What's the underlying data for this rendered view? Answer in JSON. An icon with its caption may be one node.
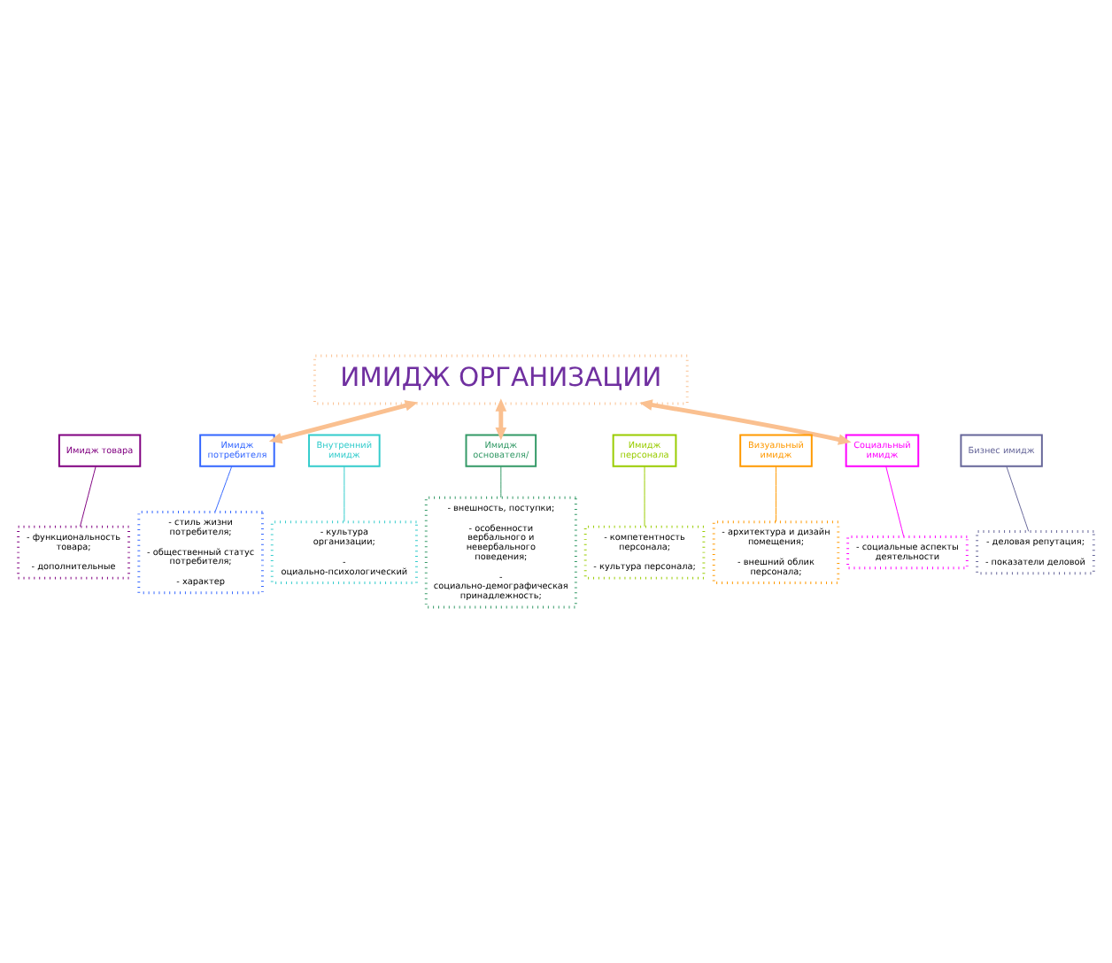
{
  "diagram": {
    "nodes": [
      {
        "text": [
          "ИМИДЖ ОРГАНИЗАЦИИ"
        ]
      },
      {
        "text": [
          "Имидж товара"
        ]
      },
      {
        "text": [
          "Имидж потребителя"
        ]
      },
      {
        "text": [
          "Внутренний имидж"
        ]
      },
      {
        "text": [
          "Имидж основателя/"
        ]
      },
      {
        "text": [
          "Имидж персонала"
        ]
      },
      {
        "text": [
          "Визуальный имидж"
        ]
      },
      {
        "text": [
          "Социальный имидж"
        ]
      },
      {
        "text": [
          "Бизнес имидж"
        ]
      },
      {
        "text": [
          "- стиль жизни потребителя;",
          "- общественный статус потребителя;",
          "- характер"
        ]
      },
      {
        "text": [
          "- культура организации;",
          "- оциально-психологический"
        ]
      },
      {
        "text": [
          "- компетентность персонала;",
          "- культура персонала;"
        ]
      },
      {
        "text": [
          "- социальные аспекты деятельности"
        ]
      },
      {
        "text": [
          "- деловая репутация;",
          "- показатели деловой"
        ]
      },
      {
        "text": [
          "- архитектура и дизайн помещения;",
          "- внешний облик персонала;"
        ]
      },
      {
        "text": [
          "- функциональность товара;",
          "- дополнительные"
        ]
      },
      {
        "text": [
          "- внешность, поступки;",
          "- особенности вербального и невербального поведения;",
          "- социально-демографическая принадлежность;"
        ]
      }
    ],
    "edges": [
      {
        "from": 0,
        "to": 2,
        "arrow": "both",
        "style": "thick",
        "color": "#fac090"
      },
      {
        "from": 0,
        "to": 4,
        "arrow": "both",
        "style": "thick",
        "color": "#fac090"
      },
      {
        "from": 0,
        "to": 7,
        "arrow": "both",
        "style": "thick",
        "color": "#fac090"
      },
      {
        "from": 1,
        "to": 15,
        "arrow": "none",
        "color": "#800080"
      },
      {
        "from": 2,
        "to": 9,
        "arrow": "none",
        "color": "#3366ff"
      },
      {
        "from": 3,
        "to": 10,
        "arrow": "none",
        "color": "#33cccc"
      },
      {
        "from": 4,
        "to": 16,
        "arrow": "none",
        "color": "#339966"
      },
      {
        "from": 5,
        "to": 11,
        "arrow": "none",
        "color": "#99cc00"
      },
      {
        "from": 6,
        "to": 14,
        "arrow": "none",
        "color": "#ff9900"
      },
      {
        "from": 7,
        "to": 12,
        "arrow": "none",
        "color": "#ff00ff"
      },
      {
        "from": 8,
        "to": 13,
        "arrow": "none",
        "color": "#666699"
      }
    ]
  }
}
